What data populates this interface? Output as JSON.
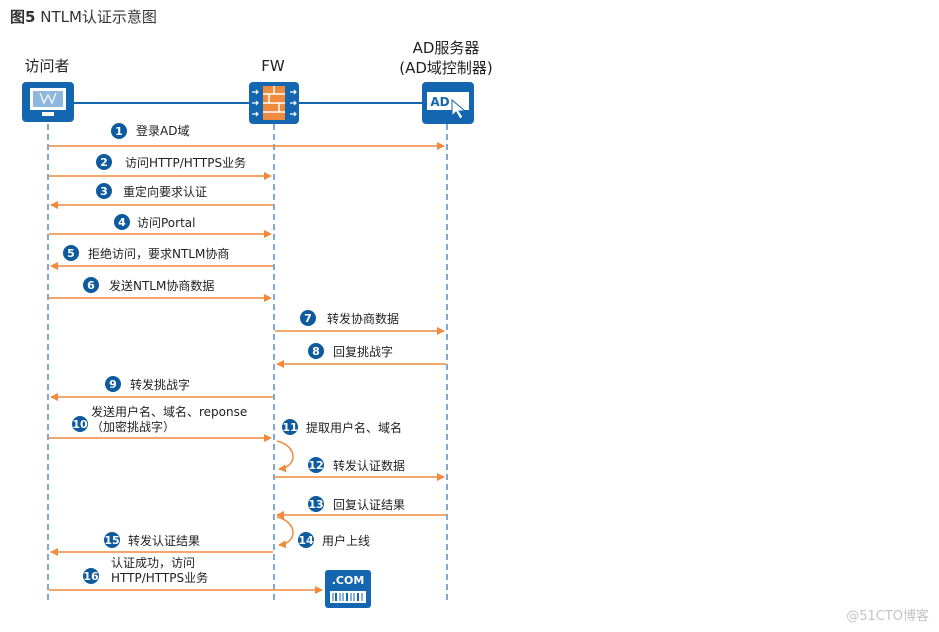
{
  "title": {
    "prefix": "图5",
    "text": "NTLM认证示意图"
  },
  "actors": {
    "client": {
      "label": "访问者",
      "icon": "computer-monitor-icon"
    },
    "fw": {
      "label": "FW",
      "icon": "firewall-icon"
    },
    "ad": {
      "label_line1": "AD服务器",
      "label_line2": "(AD域控制器)",
      "icon": "ad-server-icon",
      "icon_text": "AD"
    }
  },
  "server_icon": {
    "text": ".COM",
    "icon": "web-server-icon"
  },
  "steps": [
    {
      "num": "1",
      "label": "登录AD域"
    },
    {
      "num": "2",
      "label": "访问HTTP/HTTPS业务"
    },
    {
      "num": "3",
      "label": "重定向要求认证"
    },
    {
      "num": "4",
      "label": "访问Portal"
    },
    {
      "num": "5",
      "label": "拒绝访问，要求NTLM协商"
    },
    {
      "num": "6",
      "label": "发送NTLM协商数据"
    },
    {
      "num": "7",
      "label": "转发协商数据"
    },
    {
      "num": "8",
      "label": "回复挑战字"
    },
    {
      "num": "9",
      "label": "转发挑战字"
    },
    {
      "num": "10",
      "label": "发送用户名、域名、reponse",
      "label2": "（加密挑战字）"
    },
    {
      "num": "11",
      "label": "提取用户名、域名"
    },
    {
      "num": "12",
      "label": "转发认证数据"
    },
    {
      "num": "13",
      "label": "回复认证结果"
    },
    {
      "num": "14",
      "label": "用户上线"
    },
    {
      "num": "15",
      "label": "转发认证结果"
    },
    {
      "num": "16",
      "label": "认证成功，访问",
      "label2": "HTTP/HTTPS业务"
    }
  ],
  "colors": {
    "arrow": "#f08a3c",
    "lifeline": "#2c6fb3",
    "badge": "#0e5a9e",
    "icon": "#1566b0"
  },
  "watermark": "@51CTO博客"
}
